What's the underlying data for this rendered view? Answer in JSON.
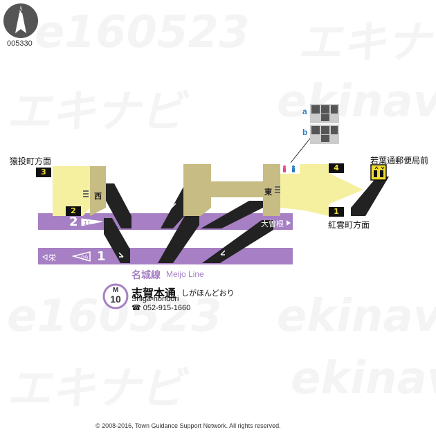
{
  "map_code": "005330",
  "compass_label": "N",
  "exits": [
    {
      "number": "3",
      "direction": "猿投町方面"
    },
    {
      "number": "2",
      "direction": ""
    },
    {
      "number": "4",
      "direction": "若葉通郵便局前"
    },
    {
      "number": "1",
      "direction": "紅雲町方面"
    }
  ],
  "gates": {
    "west": "西",
    "east": "東"
  },
  "platforms": [
    {
      "track": "2",
      "station_no": "11",
      "destination": "大曽根"
    },
    {
      "track": "1",
      "station_no": "09",
      "destination": "栄"
    }
  ],
  "elevators": [
    {
      "label": "a"
    },
    {
      "label": "b"
    }
  ],
  "line": {
    "name_ja": "名城線",
    "name_en": "Meijo Line",
    "color": "#a67fc4"
  },
  "station": {
    "line_code": "M",
    "number": "10",
    "name_ja": "志賀本通",
    "name_kana": "しがほんどおり",
    "name_romaji": "Shiga-hondori",
    "phone": "052-915-1660"
  },
  "watermark": [
    "e160523",
    "エキナビ",
    "ekinavi"
  ],
  "copyright": "© 2008-2016, Town Guidance Support Network. All rights reserved.",
  "colors": {
    "concourse": "#c7bc83",
    "passage": "#f4f0a0",
    "platform": "#a67fc4",
    "stairs": "#222222",
    "exit_box": "#111111",
    "exit_text": "#f1dc2e"
  }
}
